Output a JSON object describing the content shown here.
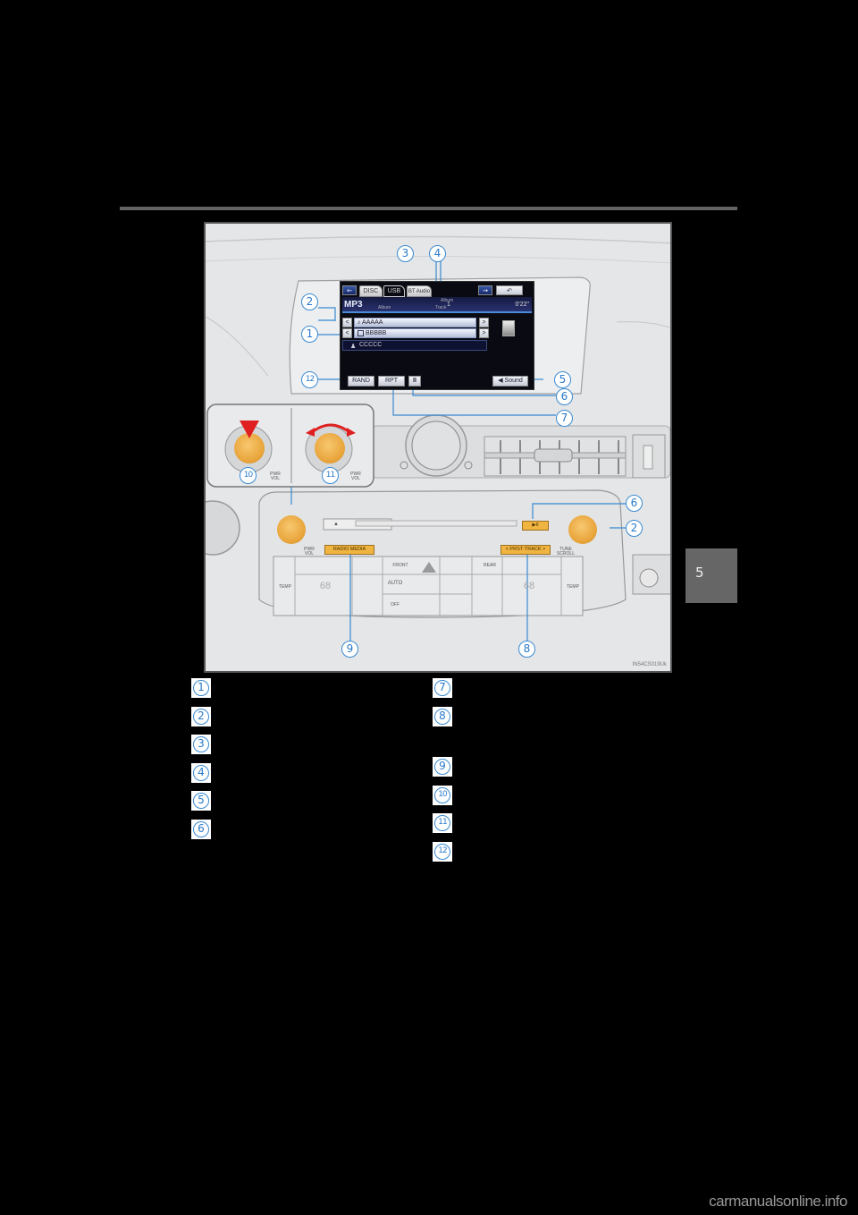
{
  "page": {
    "chapter_tab": "5",
    "watermark": "carmanualsonline.info"
  },
  "figure": {
    "figure_id": "IN54CS019Uk",
    "screen": {
      "tabs": [
        {
          "label": "DISC",
          "active": false
        },
        {
          "label": "USB",
          "active": true
        },
        {
          "label": "BT Audio",
          "active": false
        }
      ],
      "back_arrow": "←",
      "forward_arrow": "→",
      "return_icon": "↶",
      "format": "MP3",
      "album_small_label": "Album",
      "album_top_label": "Album",
      "track_label": "Track",
      "track_number": "1",
      "elapsed_time": "0'22\"",
      "track_row": {
        "prev": "<",
        "text": "♪ AAAAA",
        "next": ">"
      },
      "folder_row": {
        "prev": "<",
        "text": "BBBBB",
        "next": ">"
      },
      "artist_row": {
        "text": "CCCCC"
      },
      "buttons": {
        "rand": "RAND",
        "rpt": "RPT",
        "pause": "II",
        "sound": "Sound"
      }
    },
    "panel": {
      "left_knob_label": "PWR\nVOL",
      "right_knob_label": "TUNE\nSCROLL",
      "eject": "▲",
      "play_pause": "▶II",
      "radio_media_button": "RADIO   MEDIA",
      "seek_track_button": "< PRST·TRACK >",
      "climate": {
        "temp_label": "TEMP",
        "temp_display": "68",
        "auto": "AUTO",
        "off": "OFF",
        "front": "FRONT",
        "rear": "REAR"
      }
    },
    "inset": {
      "knob_label": "PWR\nVOL"
    },
    "callouts": [
      "1",
      "2",
      "3",
      "4",
      "5",
      "6",
      "7",
      "8",
      "9",
      "10",
      "11",
      "12"
    ]
  },
  "legend": {
    "left": [
      "1",
      "2",
      "3",
      "4",
      "5",
      "6"
    ],
    "right": [
      "7",
      "8",
      "9",
      "10",
      "11",
      "12"
    ]
  },
  "colors": {
    "background": "#000000",
    "callout_blue": "#3a8ad0",
    "knob_orange": "#e8a43a",
    "figure_bg": "#e4e6e8",
    "chapter_tab": "#666666"
  }
}
